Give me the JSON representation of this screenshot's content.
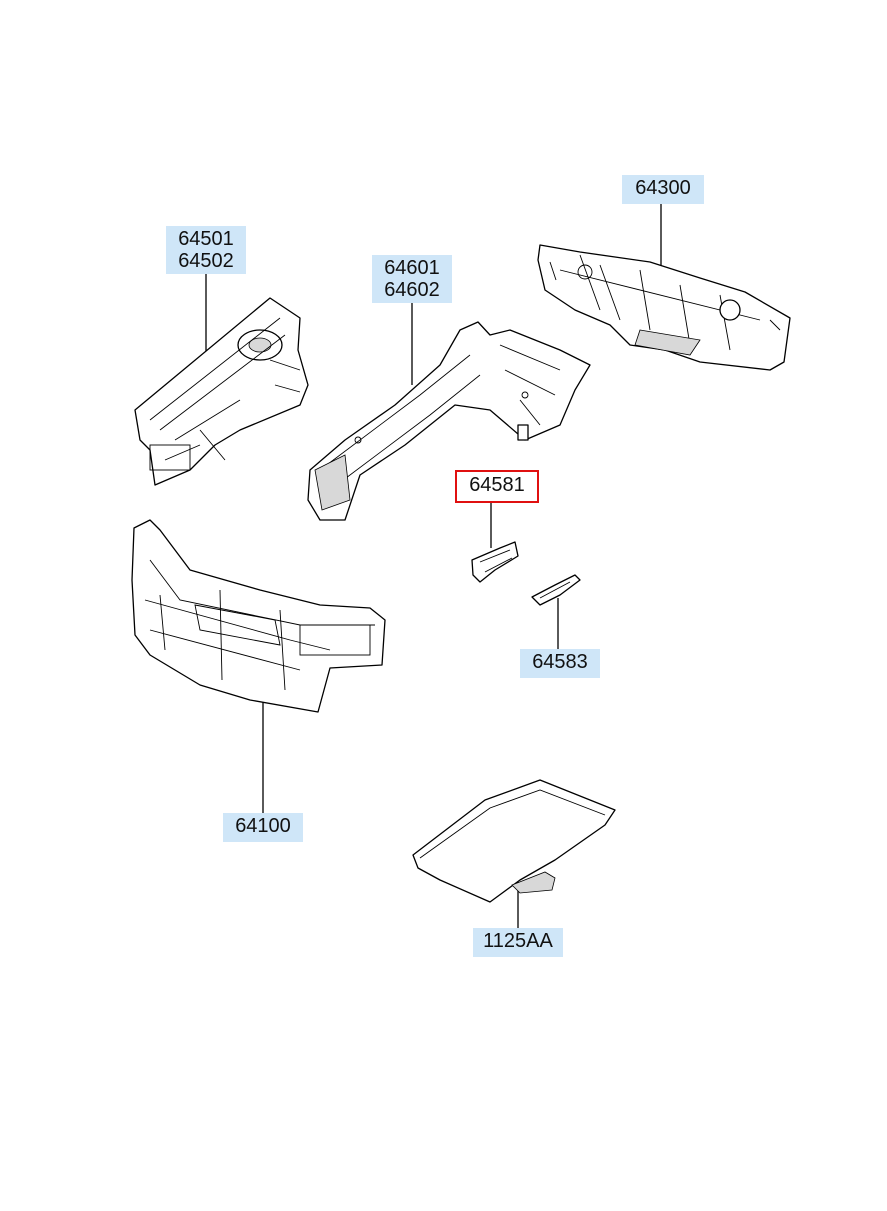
{
  "parts": [
    {
      "id": "front-side-member",
      "codes": [
        "64501",
        "64502"
      ],
      "selected": false
    },
    {
      "id": "fender-apron",
      "codes": [
        "64601",
        "64602"
      ],
      "selected": false
    },
    {
      "id": "dash-panel",
      "codes": [
        "64300"
      ],
      "selected": false
    },
    {
      "id": "bracket-64581",
      "codes": [
        "64581"
      ],
      "selected": true
    },
    {
      "id": "bracket-64583",
      "codes": [
        "64583"
      ],
      "selected": false
    },
    {
      "id": "radiator-support",
      "codes": [
        "64100"
      ],
      "selected": false
    },
    {
      "id": "insulator-pad",
      "codes": [
        "1125AA"
      ],
      "selected": false
    }
  ],
  "colors": {
    "label_bg": "#cfe6f8",
    "selected_border": "#e01010",
    "line": "#000000"
  }
}
